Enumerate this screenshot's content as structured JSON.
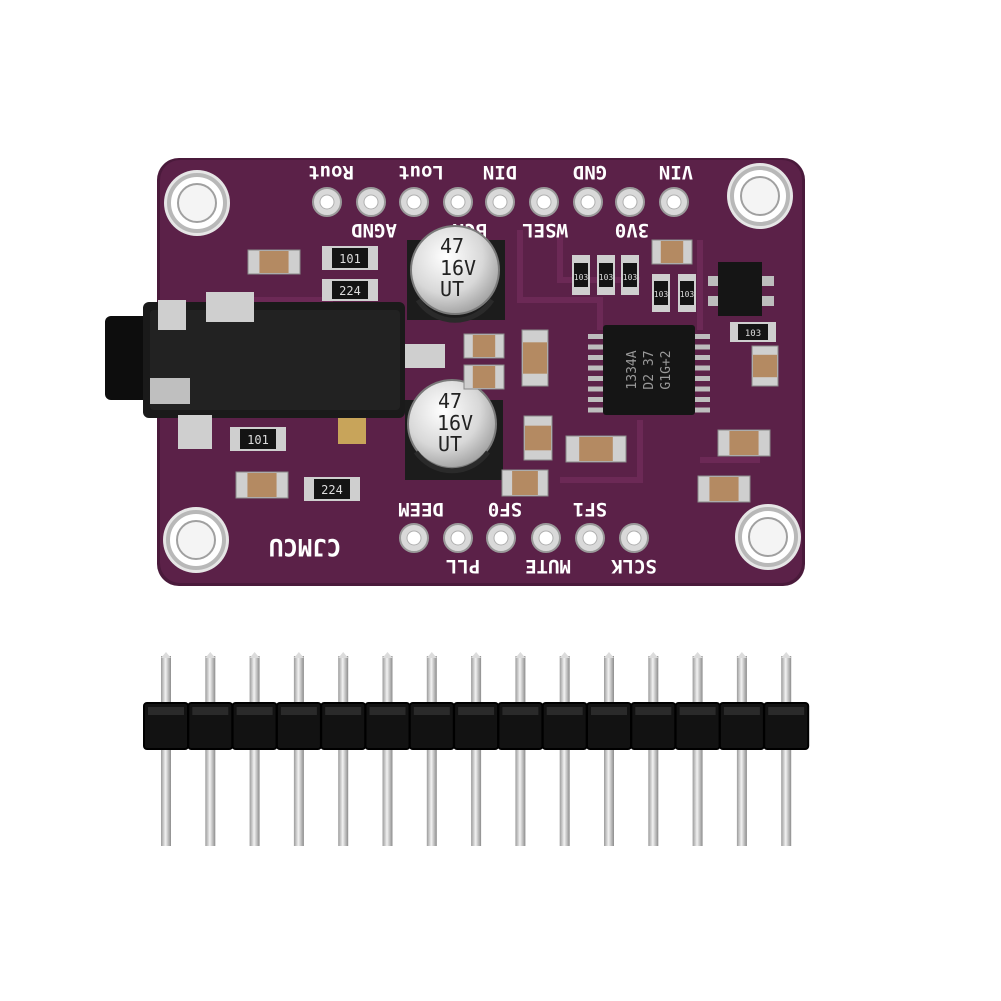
{
  "board": {
    "top_labels": [
      "Rout",
      "Lout",
      "DIN",
      "GND",
      "VIN"
    ],
    "upper_labels": [
      "AGND",
      "BCK",
      "WSEL",
      "3V0"
    ],
    "lower_labels": [
      "DEEM",
      "SF0",
      "SF1"
    ],
    "bottom_labels": [
      "PLL",
      "MUTE",
      "SCLK"
    ],
    "brand": "CJMCU",
    "cap_top": [
      "47",
      "16V",
      "UT"
    ],
    "cap_bottom": [
      "47",
      "16V",
      "UT"
    ],
    "chip_marking": [
      "1334A",
      "D2 37",
      "G1G+2"
    ],
    "resistor_labels": [
      "101",
      "224",
      "101",
      "224",
      "103",
      "103",
      "103",
      "103",
      "103",
      "103"
    ]
  },
  "colors": {
    "pcb": "#5b2148",
    "pcb_edge": "#4a1a3b",
    "pad": "#d9d9d9",
    "silkscreen": "#ffffff",
    "header_plastic": "#111111",
    "pin": "#cfcfcf"
  },
  "header": {
    "pin_count": 15
  }
}
